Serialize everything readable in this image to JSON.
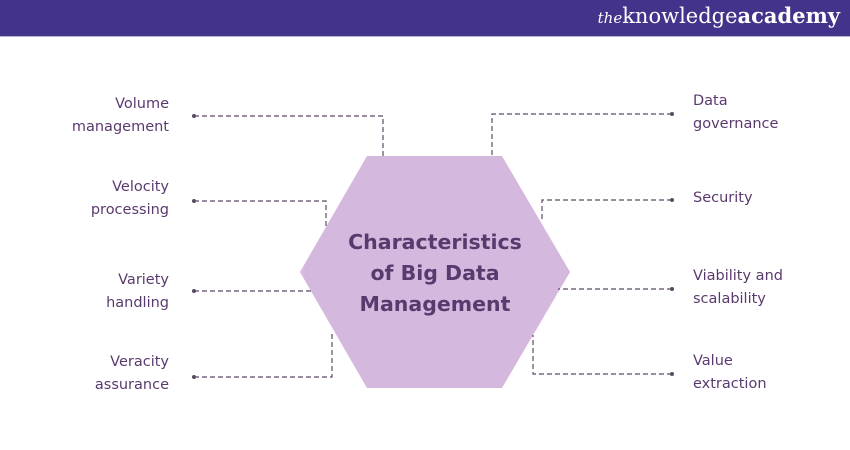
{
  "header": {
    "brand_prefix": "the",
    "brand_main": "knowledge",
    "brand_suffix": "academy",
    "background_color": "#44338a"
  },
  "diagram": {
    "center": {
      "title_line1": "Characteristics",
      "title_line2": "of Big Data",
      "title_line3": "Management",
      "fill_color": "#d4b8dd",
      "text_color": "#5a3a6e"
    },
    "left_items": [
      {
        "line1": "Volume",
        "line2": "management"
      },
      {
        "line1": "Velocity",
        "line2": "processing"
      },
      {
        "line1": "Variety",
        "line2": "handling"
      },
      {
        "line1": "Veracity",
        "line2": "assurance"
      }
    ],
    "right_items": [
      {
        "line1": "Data",
        "line2": "governance"
      },
      {
        "line1": "Security",
        "line2": ""
      },
      {
        "line1": "Viability and",
        "line2": "scalability"
      },
      {
        "line1": "Value",
        "line2": "extraction"
      }
    ],
    "connector_color": "#5a4a66"
  }
}
